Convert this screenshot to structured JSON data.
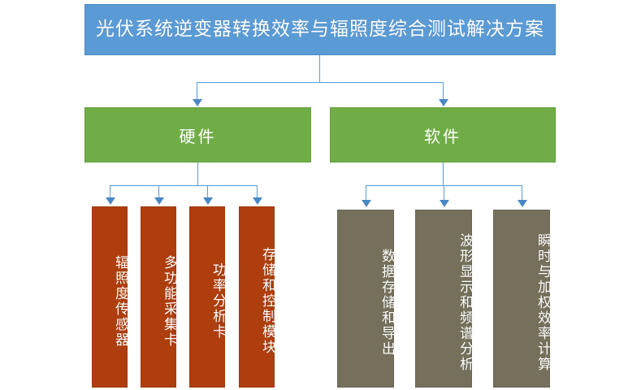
{
  "diagram": {
    "title": "光伏系统逆变器转换效率与辐照度综合测试解决方案",
    "branches": [
      {
        "label": "硬件",
        "color": "#70AD47",
        "children": [
          {
            "label": "辐照度传感器"
          },
          {
            "label": "多功能采集卡"
          },
          {
            "label": "功率分析卡"
          },
          {
            "label": "存储和控制模块"
          }
        ]
      },
      {
        "label": "软件",
        "color": "#70AD47",
        "children": [
          {
            "label": "数据存储和导出"
          },
          {
            "label": "波形显示和频谱分析"
          },
          {
            "label": "瞬时与加权效率计算"
          }
        ]
      }
    ],
    "colors": {
      "title_box": "#5B9BD5",
      "level1_box": "#70AD47",
      "hardware_leaf": "#AE3E0D",
      "software_leaf": "#75705B",
      "connector": "#5B9BD5",
      "text": "#FFFFFF",
      "background": "#FFFFFF"
    }
  }
}
